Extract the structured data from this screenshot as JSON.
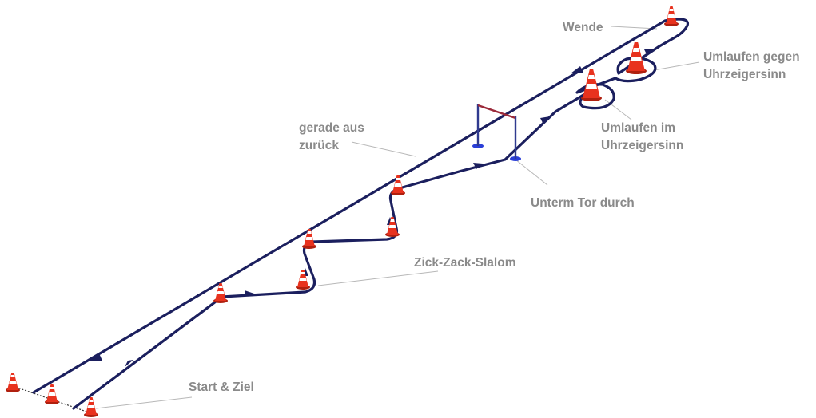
{
  "labels": {
    "wende": "Wende",
    "umlaufen_gegen_1": "Umlaufen gegen",
    "umlaufen_gegen_2": "Uhrzeigersinn",
    "umlaufen_im_1": "Umlaufen im",
    "umlaufen_im_2": "Uhrzeigersinn",
    "gerade_1": "gerade aus",
    "gerade_2": "zurück",
    "tor": "Unterm Tor durch",
    "slalom": "Zick-Zack-Slalom",
    "start": "Start & Ziel"
  },
  "colors": {
    "track": "#1b1f5e",
    "cone_red": "#e8321e",
    "cone_white": "#ffffff",
    "gate_pole": "#2f3a8f",
    "gate_bar": "#9b2a3a",
    "gate_base": "#2b3fd8",
    "label": "#8a8a8a"
  }
}
